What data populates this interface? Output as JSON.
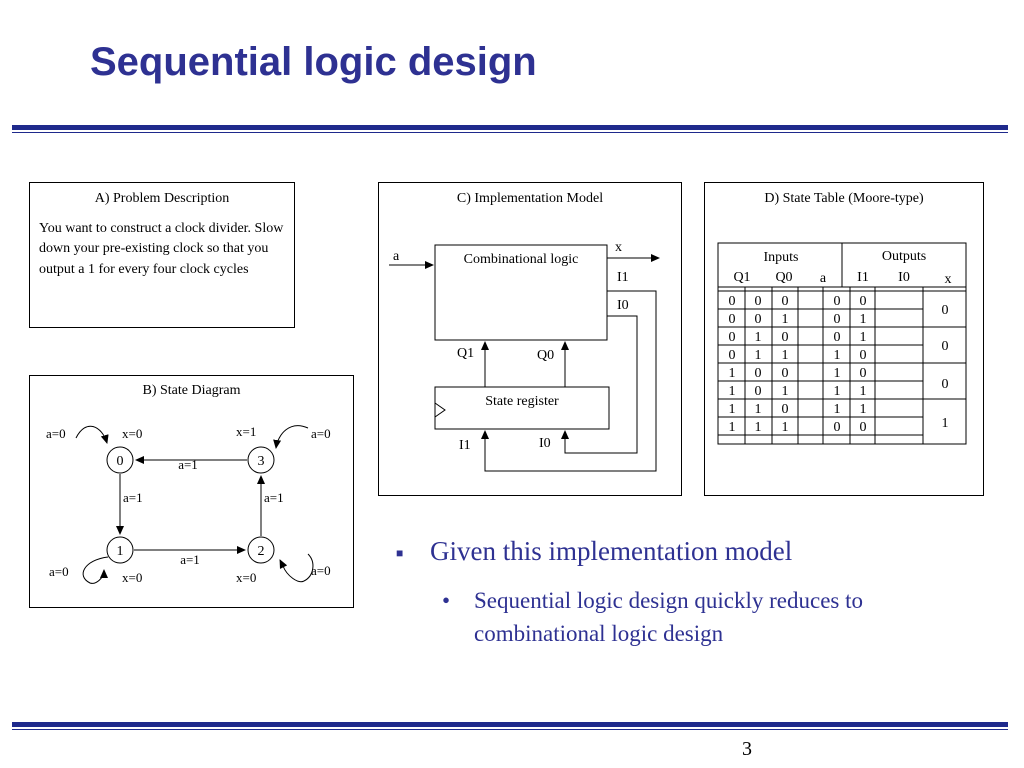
{
  "slide": {
    "title": "Sequential logic design",
    "page_number": "3",
    "accent_color": "#2e3192"
  },
  "panel_a": {
    "title": "A) Problem Description",
    "text": "You want to construct a clock divider.  Slow down your pre-existing clock so that you output a 1 for every four clock cycles"
  },
  "panel_b": {
    "title": "B) State Diagram",
    "states": [
      "0",
      "3",
      "1",
      "2"
    ],
    "outputs": {
      "s0": "x=0",
      "s3": "x=1",
      "s1": "x=0",
      "s2": "x=0"
    },
    "self_loops": {
      "s0": "a=0",
      "s3": "a=0",
      "s1": "a=0",
      "s2": "a=0"
    },
    "transitions": {
      "s3_to_s0": "a=1",
      "s0_to_s1": "a=1",
      "s1_to_s2": "a=1",
      "s2_to_s3": "a=1"
    }
  },
  "panel_c": {
    "title": "C) Implementation Model",
    "comb_label": "Combinational logic",
    "reg_label": "State register",
    "input_a": "a",
    "output_x": "x",
    "out_i1": "I1",
    "out_i0": "I0",
    "fb_q1": "Q1",
    "fb_q0": "Q0",
    "in_i1": "I1",
    "in_i0": "I0"
  },
  "panel_d": {
    "title": "D) State Table (Moore-type)",
    "group_headers": [
      "Inputs",
      "Outputs"
    ],
    "col_headers": [
      "Q1",
      "Q0",
      "a",
      "I1",
      "I0",
      "x"
    ],
    "rows": [
      [
        "0",
        "0",
        "0",
        "0",
        "0"
      ],
      [
        "0",
        "0",
        "1",
        "0",
        "1"
      ],
      [
        "0",
        "1",
        "0",
        "0",
        "1"
      ],
      [
        "0",
        "1",
        "1",
        "1",
        "0"
      ],
      [
        "1",
        "0",
        "0",
        "1",
        "0"
      ],
      [
        "1",
        "0",
        "1",
        "1",
        "1"
      ],
      [
        "1",
        "1",
        "0",
        "1",
        "1"
      ],
      [
        "1",
        "1",
        "1",
        "0",
        "0"
      ]
    ],
    "x_values": [
      "0",
      "0",
      "0",
      "1"
    ]
  },
  "bullets": {
    "main": "Given this implementation model",
    "sub": "Sequential logic design quickly reduces to combinational logic design",
    "main_marker": "■",
    "sub_marker": "•"
  }
}
